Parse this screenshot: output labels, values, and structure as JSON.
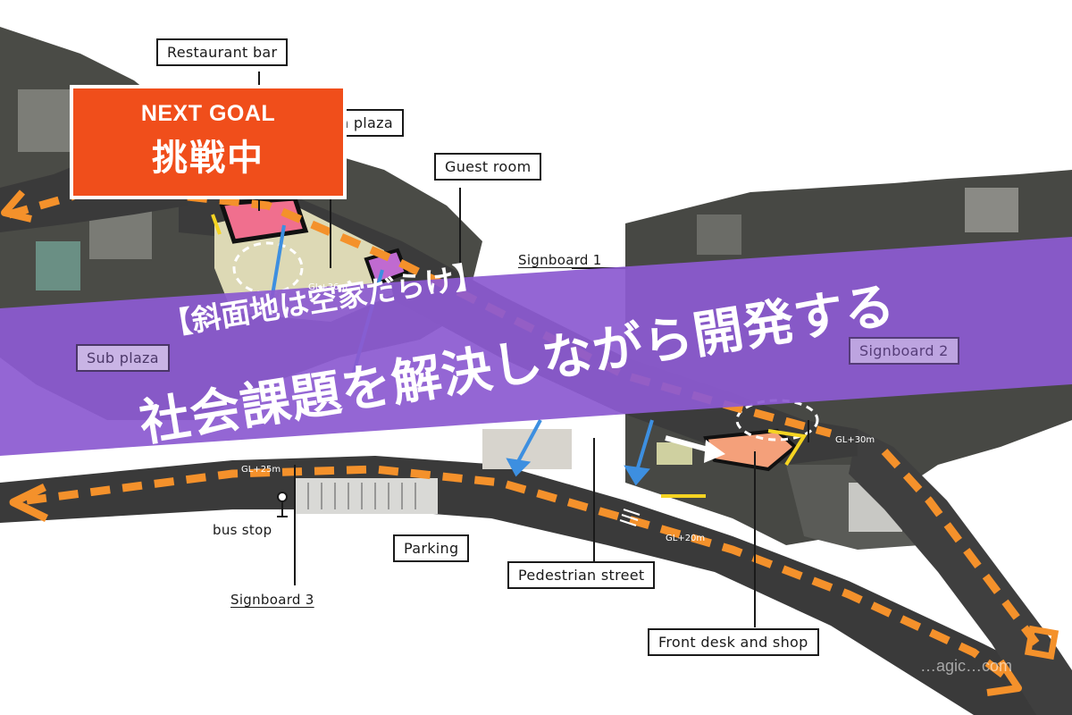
{
  "colors": {
    "road": "#3a3a3a",
    "route_dash": "#f4912b",
    "banner": "#8c5ad1",
    "badge": "#f04e1b",
    "building_dark": "#2b2b2b",
    "pink_area": "#f06f8e",
    "purple_area": "#c06ad0",
    "salmon_area": "#f4a07a",
    "plaza_fill": "#ddd9b5",
    "arrow_blue": "#3d8fe0"
  },
  "badge": {
    "line1": "NEXT GOAL",
    "line2": "挑戦中"
  },
  "banner": {
    "subtitle": "【斜面地は空家だらけ】",
    "title": "社会課題を解決しながら開発する"
  },
  "labels": {
    "restaurant_bar": "Restaurant bar",
    "main_plaza": "n plaza",
    "guest_room": "Guest room",
    "signboard_1": "Signboard 1",
    "signboard_2": "Signboard 2",
    "signboard_3": "Signboard 3",
    "sub_plaza": "Sub plaza",
    "bus_stop": "bus stop",
    "parking": "Parking",
    "pedestrian_street": "Pedestrian street",
    "front_desk": "Front desk and shop"
  },
  "elevations": {
    "gl36": "GL+36m",
    "gl25": "GL+25m",
    "gl30": "GL+30m",
    "gl20": "GL+20m"
  },
  "icons": [
    "bus-stop-icon",
    "route-arrow-icon"
  ],
  "watermark": "…agic…com"
}
